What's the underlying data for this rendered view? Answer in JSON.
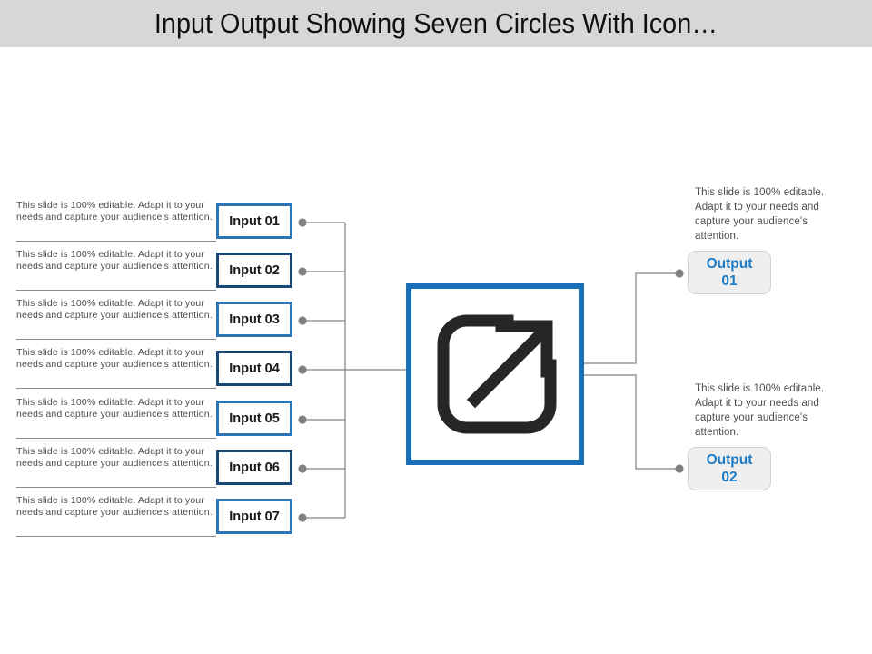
{
  "title": "Input Output Showing Seven Circles With Icon…",
  "theme": {
    "banner_bg": "#d7d7d7",
    "page_bg": "#ffffff",
    "accent_blue": "#2e75b6",
    "accent_navy": "#1a4876",
    "center_border": "#1a70b8",
    "output_fill": "#efefef",
    "output_text": "#1f7cc4",
    "connector": "#808080",
    "body_text": "#4d4d4d"
  },
  "body_text": "This slide is 100% editable. Adapt it to your needs and capture your audience's attention.",
  "inputs": [
    {
      "label": "Input 01",
      "desc": "This slide is 100% editable. Adapt it to your needs and capture your audience's attention.",
      "border": "light"
    },
    {
      "label": "Input 02",
      "desc": "This slide is 100% editable. Adapt it to your needs and capture your audience's attention.",
      "border": "dark"
    },
    {
      "label": "Input 03",
      "desc": "This slide is 100% editable. Adapt it to your needs and capture your audience's attention.",
      "border": "light"
    },
    {
      "label": "Input 04",
      "desc": "This slide is 100% editable. Adapt it to your needs and capture your audience's attention.",
      "border": "dark"
    },
    {
      "label": "Input 05",
      "desc": "This slide is 100% editable. Adapt it to your needs and capture your audience's attention.",
      "border": "light"
    },
    {
      "label": "Input 06",
      "desc": "This slide is 100% editable. Adapt it to your needs and capture your audience's attention.",
      "border": "dark"
    },
    {
      "label": "Input 07",
      "desc": "This slide is 100% editable. Adapt it to your needs and capture your audience's attention.",
      "border": "light"
    }
  ],
  "center": {
    "icon_name": "external-link-icon"
  },
  "outputs": [
    {
      "label": "Output\n01",
      "desc": "This slide is 100% editable. Adapt it to your needs and capture your audience's attention."
    },
    {
      "label": "Output\n02",
      "desc": "This slide is 100% editable. Adapt it to your needs and capture your audience's attention."
    }
  ]
}
